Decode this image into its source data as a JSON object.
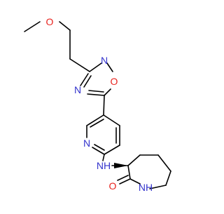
{
  "molecule": {
    "atoms": {
      "ether_o": "O",
      "oxadiazole_n_top": "N",
      "oxadiazole_n_left": "N",
      "oxadiazole_o": "O",
      "pyridine_n": "N",
      "amine_nh": "NH",
      "carbonyl_o": "O",
      "lactam_nh": "NH"
    }
  },
  "colors": {
    "bond": "#000000",
    "carbon": "#000000",
    "nitrogen": "#3333cc",
    "oxygen": "#e8231e",
    "background": "#ffffff"
  }
}
